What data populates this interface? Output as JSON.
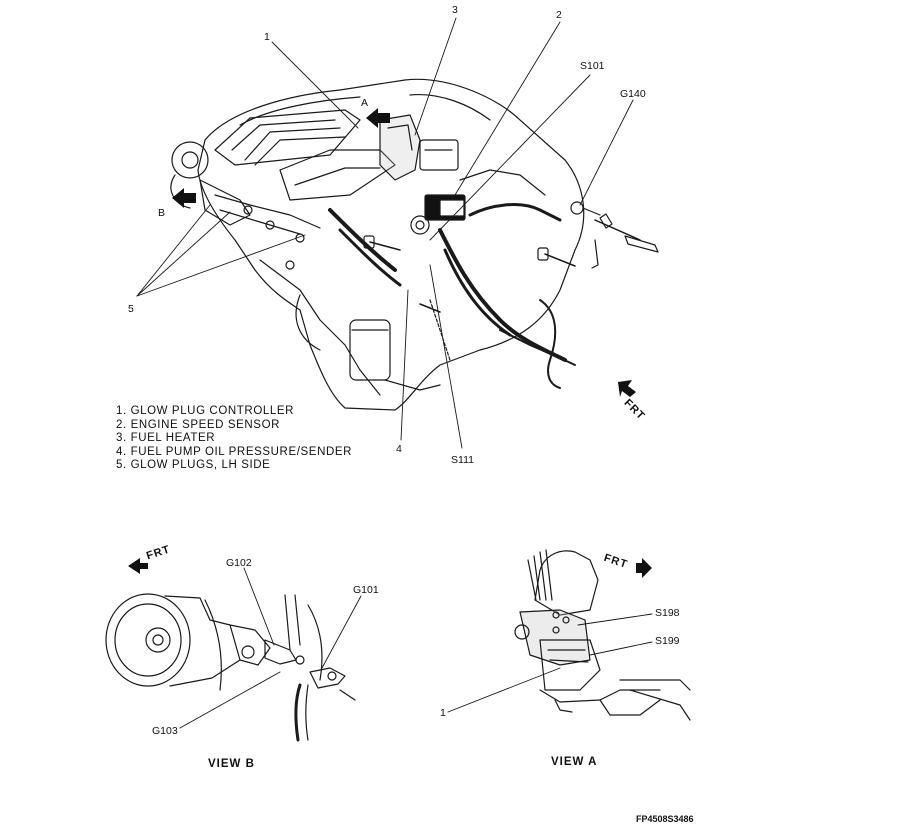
{
  "callouts": {
    "c1": "1",
    "c2": "2",
    "c3": "3",
    "c4": "4",
    "c5": "5",
    "s101": "S101",
    "g140": "G140",
    "s111": "S111",
    "view_a_ref": "A",
    "view_b_ref": "B",
    "g102": "G102",
    "g101": "G101",
    "g103": "G103",
    "s198": "S198",
    "s199": "S199",
    "view_a_item1": "1"
  },
  "legend": [
    "1.  GLOW PLUG CONTROLLER",
    "2.  ENGINE SPEED SENSOR",
    "3.  FUEL HEATER",
    "4.  FUEL PUMP OIL PRESSURE/SENDER",
    "5.  GLOW PLUGS, LH SIDE"
  ],
  "frt_labels": {
    "main": "FRT",
    "view_b": "FRT",
    "view_a": "FRT"
  },
  "view_titles": {
    "view_b": "VIEW  B",
    "view_a": "VIEW  A"
  },
  "figure_code": "FP4508S3486",
  "icons": [
    "frt-arrow-icon",
    "view-arrow-icon"
  ]
}
